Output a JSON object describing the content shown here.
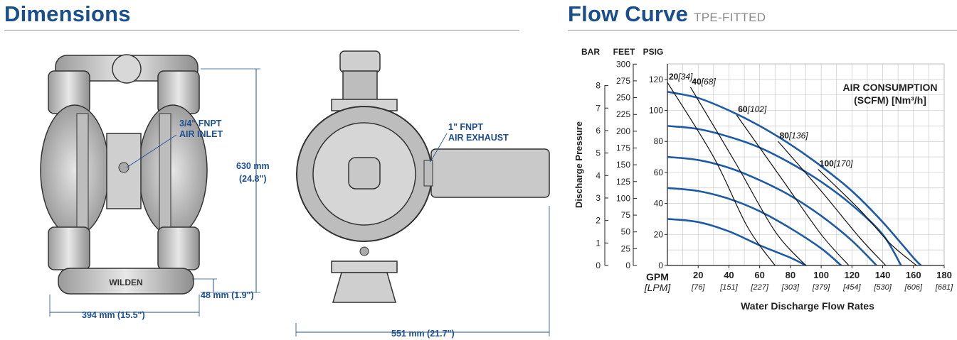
{
  "dimensions": {
    "title": "Dimensions",
    "labels": {
      "air_inlet_1": "3/4\" FNPT",
      "air_inlet_2": "AIR INLET",
      "height_mm": "630 mm",
      "height_in": "(24.8\")",
      "base_mm": "48 mm (1.9\")",
      "width_mm": "394 mm (15.5\")",
      "exhaust_1": "1\" FNPT",
      "exhaust_2": "AIR EXHAUST",
      "depth_mm": "551 mm (21.7\")",
      "brand": "WILDEN"
    }
  },
  "flow": {
    "title": "Flow Curve",
    "subtitle": "TPE-FITTED"
  },
  "chart_data": {
    "type": "line",
    "title": "Flow Curve",
    "subtitle": "TPE-FITTED",
    "xlabel": "Water Discharge Flow Rates",
    "ylabel": "Discharge Pressure",
    "x_unit_primary": "GPM",
    "x_unit_secondary": "[LPM]",
    "y_units": [
      "BAR",
      "FEET",
      "PSIG"
    ],
    "xlim": [
      0,
      180
    ],
    "ylim_psig": [
      0,
      130
    ],
    "grid": true,
    "x_ticks": [
      {
        "gpm": "20",
        "lpm": "[76]",
        "v": 20
      },
      {
        "gpm": "40",
        "lpm": "[151]",
        "v": 40
      },
      {
        "gpm": "60",
        "lpm": "[227]",
        "v": 60
      },
      {
        "gpm": "80",
        "lpm": "[303]",
        "v": 80
      },
      {
        "gpm": "100",
        "lpm": "[379]",
        "v": 100
      },
      {
        "gpm": "120",
        "lpm": "[454]",
        "v": 120
      },
      {
        "gpm": "140",
        "lpm": "[530]",
        "v": 140
      },
      {
        "gpm": "160",
        "lpm": "[606]",
        "v": 160
      },
      {
        "gpm": "180",
        "lpm": "[681]",
        "v": 180
      }
    ],
    "psig_ticks": [
      {
        "label": "0",
        "v": 0
      },
      {
        "label": "20",
        "v": 20
      },
      {
        "label": "40",
        "v": 40
      },
      {
        "label": "60",
        "v": 60
      },
      {
        "label": "80",
        "v": 80
      },
      {
        "label": "100",
        "v": 100
      },
      {
        "label": "120",
        "v": 120
      }
    ],
    "feet_ticks": [
      {
        "label": "0",
        "v": 0
      },
      {
        "label": "25",
        "v": 25
      },
      {
        "label": "50",
        "v": 50
      },
      {
        "label": "75",
        "v": 75
      },
      {
        "label": "100",
        "v": 100
      },
      {
        "label": "125",
        "v": 125
      },
      {
        "label": "150",
        "v": 150
      },
      {
        "label": "175",
        "v": 175
      },
      {
        "label": "200",
        "v": 200
      },
      {
        "label": "225",
        "v": 225
      },
      {
        "label": "250",
        "v": 250
      },
      {
        "label": "275",
        "v": 275
      },
      {
        "label": "300",
        "v": 300
      }
    ],
    "bar_ticks": [
      {
        "label": "0",
        "v": 0
      },
      {
        "label": "1",
        "v": 1
      },
      {
        "label": "2",
        "v": 2
      },
      {
        "label": "3",
        "v": 3
      },
      {
        "label": "4",
        "v": 4
      },
      {
        "label": "5",
        "v": 5
      },
      {
        "label": "6",
        "v": 6
      },
      {
        "label": "7",
        "v": 7
      },
      {
        "label": "8",
        "v": 8
      }
    ],
    "series": [
      {
        "name": "20",
        "points": [
          [
            0,
            30
          ],
          [
            20,
            28
          ],
          [
            40,
            22
          ],
          [
            60,
            13
          ],
          [
            80,
            5
          ],
          [
            90,
            0
          ]
        ]
      },
      {
        "name": "40",
        "points": [
          [
            0,
            50
          ],
          [
            20,
            48
          ],
          [
            40,
            43
          ],
          [
            60,
            35
          ],
          [
            80,
            24
          ],
          [
            100,
            11
          ],
          [
            113,
            0
          ]
        ]
      },
      {
        "name": "60",
        "points": [
          [
            0,
            70
          ],
          [
            20,
            68
          ],
          [
            40,
            63
          ],
          [
            60,
            55
          ],
          [
            80,
            45
          ],
          [
            100,
            32
          ],
          [
            120,
            16
          ],
          [
            136,
            0
          ]
        ]
      },
      {
        "name": "80",
        "points": [
          [
            0,
            90
          ],
          [
            20,
            88
          ],
          [
            40,
            83
          ],
          [
            60,
            76
          ],
          [
            80,
            66
          ],
          [
            100,
            54
          ],
          [
            120,
            39
          ],
          [
            140,
            20
          ],
          [
            152,
            0
          ]
        ]
      },
      {
        "name": "100",
        "points": [
          [
            0,
            112
          ],
          [
            20,
            108
          ],
          [
            40,
            100
          ],
          [
            60,
            90
          ],
          [
            80,
            78
          ],
          [
            100,
            64
          ],
          [
            120,
            48
          ],
          [
            140,
            28
          ],
          [
            160,
            5
          ],
          [
            165,
            0
          ]
        ]
      }
    ],
    "air_consumption": {
      "title_1": "AIR CONSUMPTION",
      "title_2": "(SCFM) [Nm³/h]",
      "lines": [
        {
          "scfm": "20",
          "nm3h": "[34]",
          "points": [
            [
              0,
              118
            ],
            [
              30,
              70
            ],
            [
              52,
              25
            ],
            [
              70,
              0
            ]
          ]
        },
        {
          "scfm": "40",
          "nm3h": "[68]",
          "points": [
            [
              15,
              115
            ],
            [
              45,
              65
            ],
            [
              70,
              22
            ],
            [
              90,
              0
            ]
          ]
        },
        {
          "scfm": "60",
          "nm3h": "[102]",
          "points": [
            [
              45,
              97
            ],
            [
              75,
              55
            ],
            [
              100,
              20
            ],
            [
              118,
              0
            ]
          ]
        },
        {
          "scfm": "80",
          "nm3h": "[136]",
          "points": [
            [
              72,
              80
            ],
            [
              100,
              48
            ],
            [
              125,
              18
            ],
            [
              142,
              0
            ]
          ]
        },
        {
          "scfm": "100",
          "nm3h": "[170]",
          "points": [
            [
              98,
              62
            ],
            [
              125,
              36
            ],
            [
              145,
              14
            ],
            [
              162,
              0
            ]
          ]
        }
      ]
    }
  }
}
